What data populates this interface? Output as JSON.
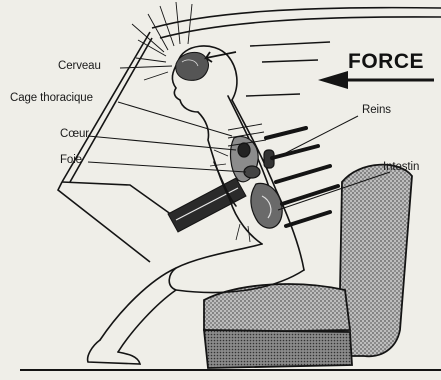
{
  "labels": {
    "cerveau": "Cerveau",
    "cage": "Cage thoracique",
    "coeur": "Cœur",
    "foie": "Foie",
    "reins": "Reins",
    "intestin": "Intestin",
    "force": "FORCE"
  },
  "colors": {
    "ink": "#141414",
    "paper": "#efeee8",
    "seat": "#a9a9a9"
  }
}
